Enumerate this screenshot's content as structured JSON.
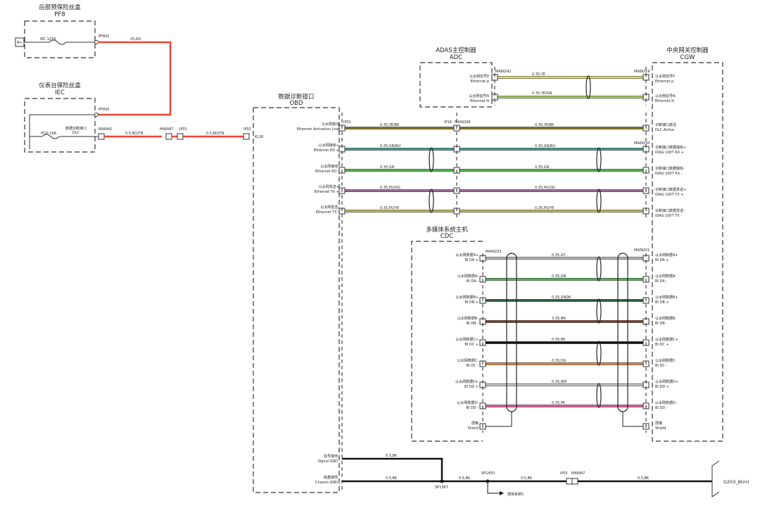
{
  "colors": {
    "RD": "#ee4433",
    "YE": "#e6e24a",
    "YE_GN": "#a8d85a",
    "YE_BK": "#8a7a20",
    "GN_BU": "#3b9ea0",
    "GN": "#49b84a",
    "PU_OG": "#9e6a96",
    "PU_YE": "#c7bb55",
    "GY": "#b8b8b8",
    "GNDK": "#2f5e33",
    "BN": "#8a3a17",
    "BK": "#111111",
    "OG": "#ee8833",
    "WH": "#cccccc",
    "PK": "#ee5ab0"
  },
  "components": {
    "pf8": {
      "name": "后部预保险丝盒",
      "code": "PF8",
      "connector": "PF802",
      "fuse": "IEC 125A"
    },
    "iec": {
      "name": "仪表台保险丝盒",
      "code": "IEC",
      "connector": "PF805",
      "fuse": "IF20 10A",
      "dlc_label": "数据诊断接口",
      "dlc_code": "DLC",
      "dlc_conn": "MAIN42"
    },
    "obd": {
      "name": "数据诊断接口",
      "code": "OBD",
      "kl30": "KL30",
      "ip_a": "IP01",
      "ip_b": "IP02",
      "ip_c": "IP02"
    },
    "adc": {
      "name": "ADAS主控制器",
      "code": "ADC",
      "conn": "MAIN242"
    },
    "cgw": {
      "name": "中央网关控制器",
      "code": "CGW",
      "conn_top": "MAIN219",
      "conn_mid": "MAIN220",
      "conn_bottom": "MAIN221"
    },
    "cdc": {
      "name": "多媒体系统主机",
      "code": "CDC",
      "conn": "MAIN233"
    },
    "battery": "B+",
    "main47": "MAIN47",
    "ip18": "IP18",
    "main208": "MAIN208"
  },
  "wires": {
    "pf_rd": "25,RD",
    "dlc_rd": "0.5,RD/TN",
    "dlc_rd2": "0.5,RD/TN",
    "adc_ye": "0.35,YE",
    "adc_yegn": "0.35,YE/GN",
    "act_a": "0.35,YE/BK",
    "act_b": "0.35,YE/BK",
    "rdp_a": "0.35,GN/BU",
    "rdp_b": "0.35,GN/BU",
    "rdn_a": "0.35,GN",
    "rdn_b": "0.35,GN",
    "txp_a": "0.35,PU/OG",
    "txp_b": "0.35,PU/OG",
    "txn_a": "0.35,PU/YE",
    "txn_b": "0.35,PU/YE",
    "cdc1": "0.35,GY",
    "cdc2": "0.35,GN",
    "cdc3": "0.35,GNDK",
    "cdc4": "3.35,BN",
    "cdc5": "0.35,BK",
    "cdc6": "0.35,OG",
    "cdc7": "0.35,WH",
    "cdc8": "0.35,PK",
    "gnd1": "0.5,BK",
    "gnd2": "0.5,BK",
    "gnd3": "0.5,BK",
    "gnd4": "0.5,BK",
    "gnd5": "0.5,BK"
  },
  "labels": {
    "eth_p_cn": "以太网信号P",
    "eth_p_en": "Ethernet p",
    "eth_n_cn": "以太网信号N",
    "eth_n_en": "Ethernet N",
    "obd_act_cn": "以太网激活",
    "obd_act_en": "Ethernet Activation Line",
    "obd_rdp_cn": "以太网接收+",
    "obd_rdp_en": "Ethernet RD +",
    "obd_rdn_cn": "以太网接收-",
    "obd_rdn_en": "Ethernet RD -",
    "obd_txp_cn": "以太网发送+",
    "obd_txp_en": "Ethernet TX +",
    "obd_txn_cn": "以太网发送-",
    "obd_txn_en": "Ethernet TX -",
    "cgw_act_cn": "诊断接口激活",
    "cgw_act_en": "DLC Active",
    "cgw_rxp_cn": "诊断接口数据接收+",
    "cgw_rxp_en": "IDAG 100T RX +",
    "cgw_rxn_cn": "诊断接口数据接收-",
    "cgw_rxn_en": "IDAG 100T RX -",
    "cgw_txp_cn": "诊断接口数据发送+",
    "cgw_txp_en": "IDAG 100T TX +",
    "cgw_txn_cn": "诊断接口数据发送-",
    "cgw_txn_en": "IDAG 100T TX -",
    "bi_da_p_cn": "以太网数据A+",
    "bi_da_p_en": "BI DA +",
    "bi_da_n_cn": "以太网数据A-",
    "bi_da_n_en": "BI DA -",
    "bi_db_p_cn": "以太网数据B+",
    "bi_db_p_en": "BI DB +",
    "bi_db_n_cn": "以太网数据B-",
    "bi_db_n_en": "BI DB -",
    "bi_dc_p_cn": "以太网数据C+",
    "bi_dc_p_en": "BI DC +",
    "bi_dc_n_cn": "以太网数据C-",
    "bi_dc_n_en": "BI DC -",
    "bi_dd_p_cn": "以太网数据D+",
    "bi_dd_p_en": "BI DD +",
    "bi_dd_n_cn": "以太网数据D-",
    "bi_dd_n_en": "BI DD -",
    "shield_cn": "屏蔽",
    "shield_en": "Shield",
    "sig_gnd_cn": "信号接地",
    "sig_gnd_en": "Signal GND",
    "ch_gnd_cn": "底盘接地",
    "ch_gnd_en": "Chassis GND",
    "sp1367": "SP1367",
    "sp1450": "SP1450",
    "ip01": "IP01",
    "main47": "MAIN47",
    "ground_point": "G203_B(m)",
    "ground_system": "搭铁系统5"
  }
}
